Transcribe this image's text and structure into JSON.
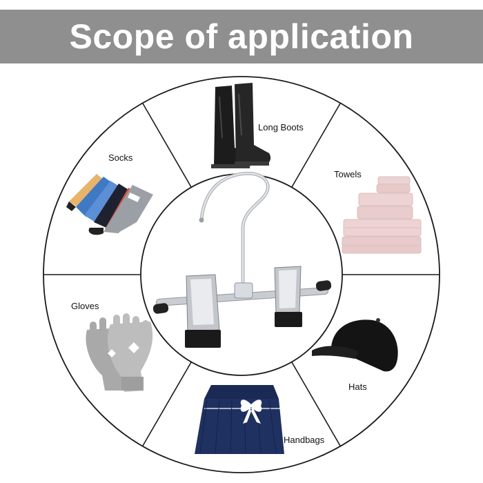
{
  "title": "Scope of application",
  "center_item": "hanger-with-clips",
  "categories": {
    "long_boots": "Long Boots",
    "towels": "Towels",
    "socks": "Socks",
    "gloves": "Gloves",
    "hats": "Hats",
    "handbags": "Handbags"
  },
  "colors": {
    "banner": "#8f8f8f",
    "banner_text": "#ffffff",
    "ring_line": "#1a1a1a"
  }
}
